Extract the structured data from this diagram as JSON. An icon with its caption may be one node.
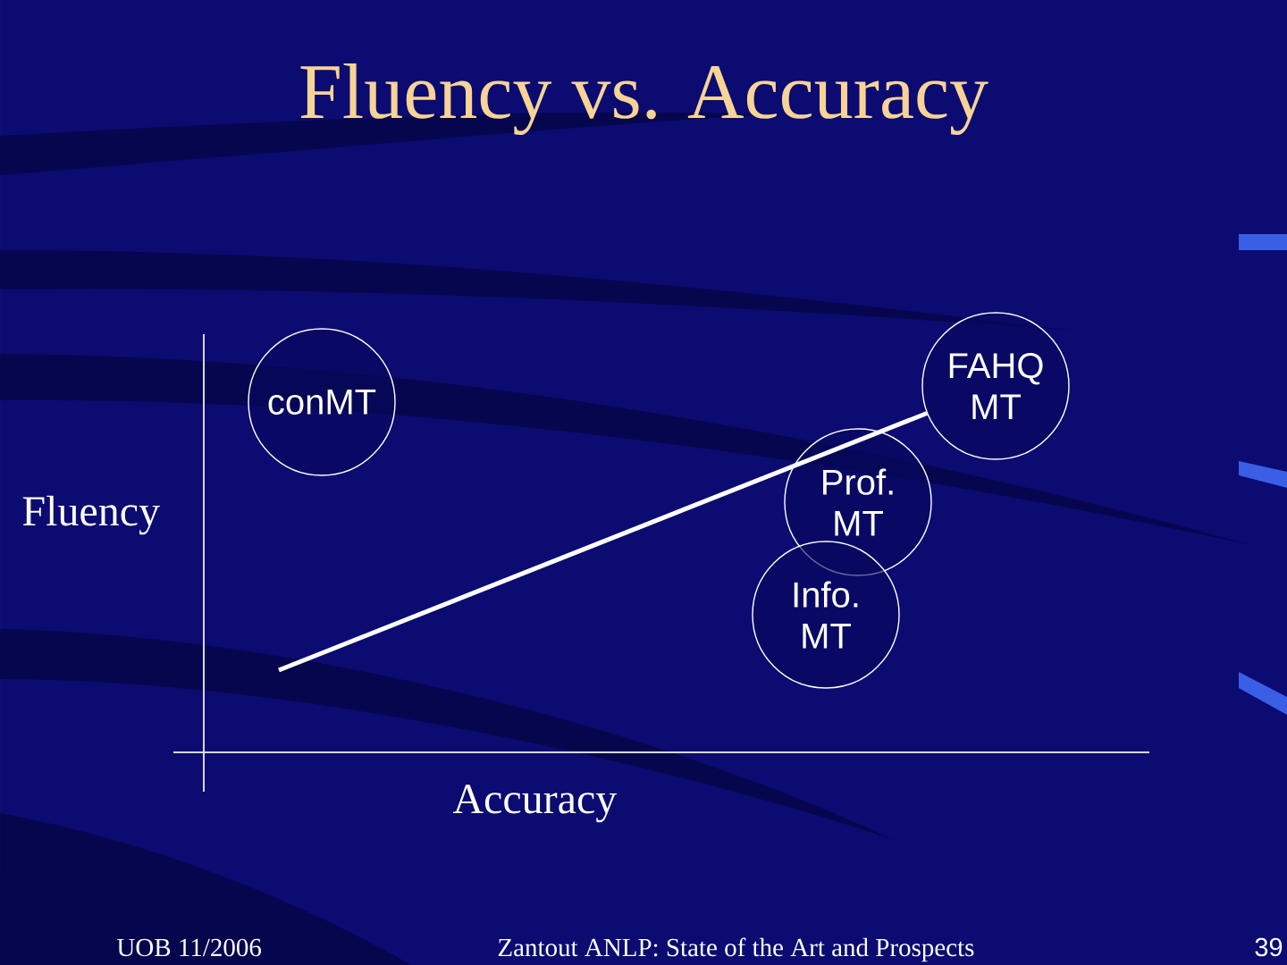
{
  "diagram": {
    "title": "Fluency vs. Accuracy",
    "nodes": [
      {
        "text": [
          "conMT"
        ]
      },
      {
        "text": [
          "FAHQ MT"
        ]
      },
      {
        "text": [
          "Prof. MT"
        ]
      },
      {
        "text": [
          "Info. MT"
        ]
      }
    ],
    "edges": [
      {
        "from": null,
        "to": 1,
        "arrow": "none"
      }
    ],
    "labels": [
      "Fluency",
      "Accuracy",
      "UOB 11/2006",
      "Zantout ANLP: State of the Art and Prospects",
      "39"
    ]
  }
}
